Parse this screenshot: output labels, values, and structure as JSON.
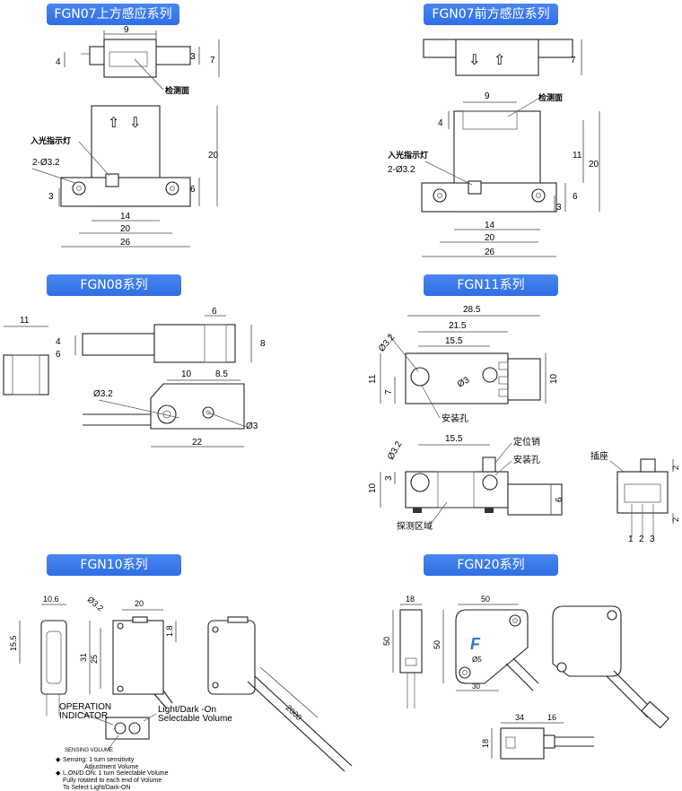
{
  "sections": {
    "fgn07_top": {
      "title": "FGN07上方感应系列",
      "label_detect_face": "检测面",
      "label_light_indicator": "入光指示灯",
      "hole_spec": "2-Ø3.2",
      "dims": {
        "w9": "9",
        "h4": "4",
        "h3": "3",
        "h7": "7",
        "h20": "20",
        "h3b": "3",
        "h6": "6",
        "w14": "14",
        "w20": "20",
        "w26": "26"
      }
    },
    "fgn07_front": {
      "title": "FGN07前方感应系列",
      "label_detect_face": "检测面",
      "label_light_indicator": "入光指示灯",
      "hole_spec": "2-Ø3.2",
      "dims": {
        "h7": "7",
        "w9": "9",
        "h4": "4",
        "h11": "11",
        "h20": "20",
        "h6": "6",
        "h3": "3",
        "w14": "14",
        "w20": "20",
        "w26": "26"
      }
    },
    "fgn08": {
      "title": "FGN08系列",
      "dims": {
        "w11": "11",
        "h4": "4",
        "h6": "6",
        "w6": "6",
        "h8": "8",
        "w10": "10",
        "w8_5": "8.5",
        "d3_2": "Ø3.2",
        "d3": "Ø3",
        "w22": "22"
      }
    },
    "fgn11": {
      "title": "FGN11系列",
      "label_mount_hole": "安装孔",
      "label_mount_hole2": "安装孔",
      "label_locating_pin": "定位销",
      "label_detect_area": "探测区域",
      "label_socket": "插座",
      "pins": [
        "1",
        "2",
        "3"
      ],
      "dims": {
        "w28_5": "28.5",
        "w21_5": "21.5",
        "w15_5": "15.5",
        "w15_5b": "15.5",
        "d3_2": "Ø3.2",
        "d3_2b": "Ø3.2",
        "d3": "Ø3",
        "h11": "11",
        "h7": "7",
        "h10": "10",
        "h10b": "10",
        "h3": "3",
        "h6": "6",
        "h2": "2",
        "h2b": "2"
      }
    },
    "fgn10": {
      "title": "FGN10系列",
      "dims": {
        "w10_6": "10.6",
        "h15_5": "15.5",
        "d3_2": "Ø3.2",
        "w20": "20",
        "h1_8": "1.8",
        "h31": "31",
        "h25": "25",
        "len2000": "2000"
      },
      "label_operation": "OPERATION",
      "label_indicator": "INDICATOR",
      "label_light_dark_1": "Light/Dark -On",
      "label_light_dark_2": "Selectable Volume",
      "label_sensing_volume": "SENSING VOLUME",
      "notes": [
        "Sensing: 1 turn sensitivity",
        "Adjustment Volume",
        "L.ON/D.ON: 1 turn Selectable Volume",
        "Fully rotated  to each end of Volume",
        "To Select Light/Dark-ON"
      ]
    },
    "fgn20": {
      "title": "FGN20系列",
      "letter": "F",
      "dims": {
        "w18": "18",
        "h50": "50",
        "w50": "50",
        "h50b": "50",
        "d5": "Ø5",
        "w30": "30",
        "w34": "34",
        "w16": "16",
        "h18": "18"
      }
    }
  }
}
